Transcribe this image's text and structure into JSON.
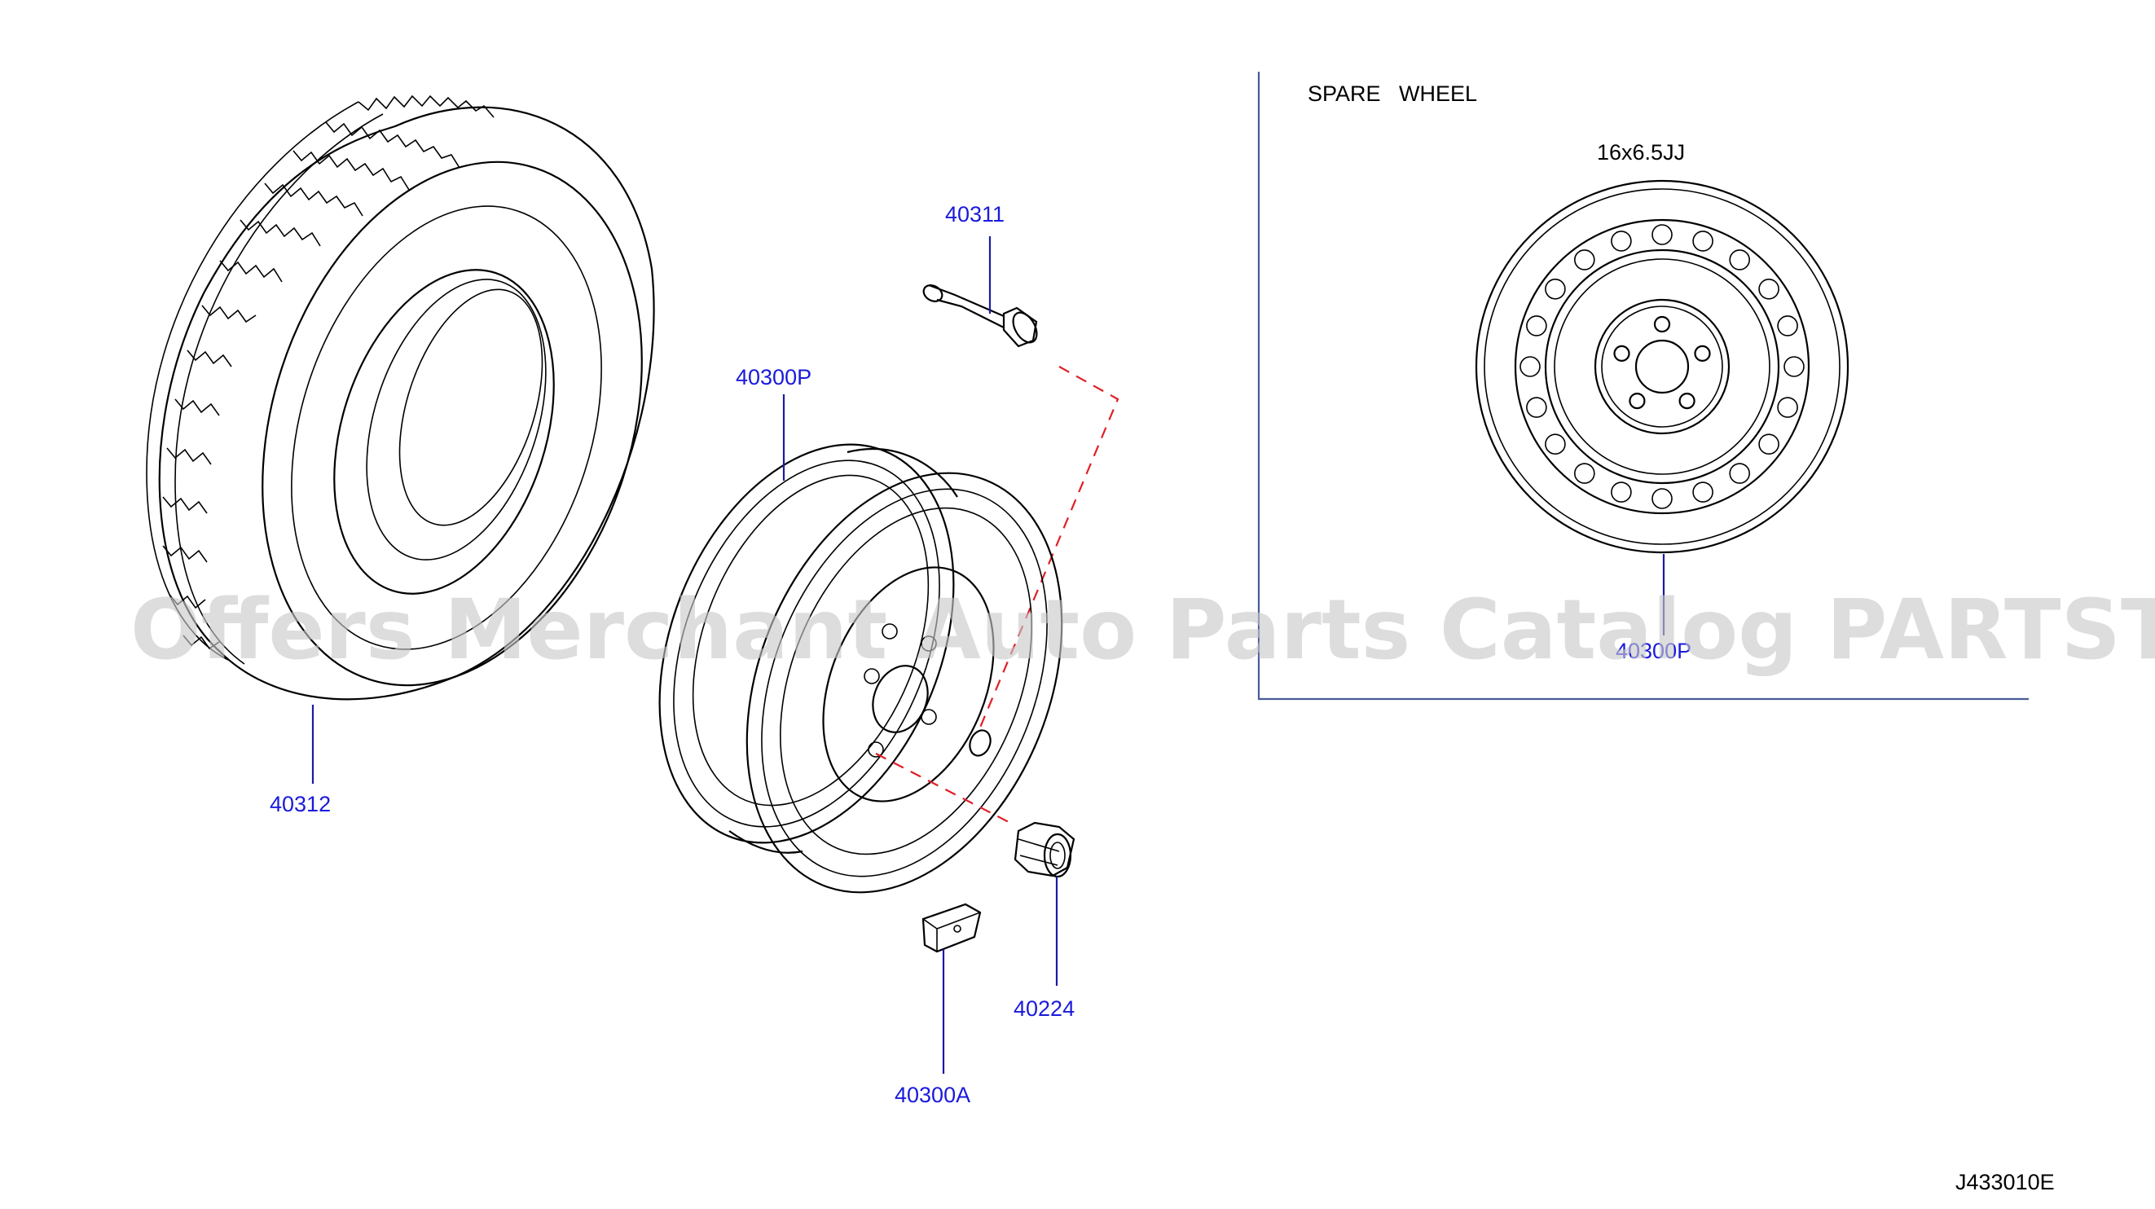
{
  "labels": {
    "tire": "40312",
    "valve": "40311",
    "road_wheel": "40300P",
    "spare_wheel": "40300P",
    "balance_weight": "40300A",
    "wheel_nut": "40224"
  },
  "spare_section": {
    "title": "SPARE   WHEEL",
    "size": "16x6.5JJ"
  },
  "diagram_code": "J433010E",
  "watermark": "Offers Merchant Auto Parts Catalog PARTSTORE.SA"
}
